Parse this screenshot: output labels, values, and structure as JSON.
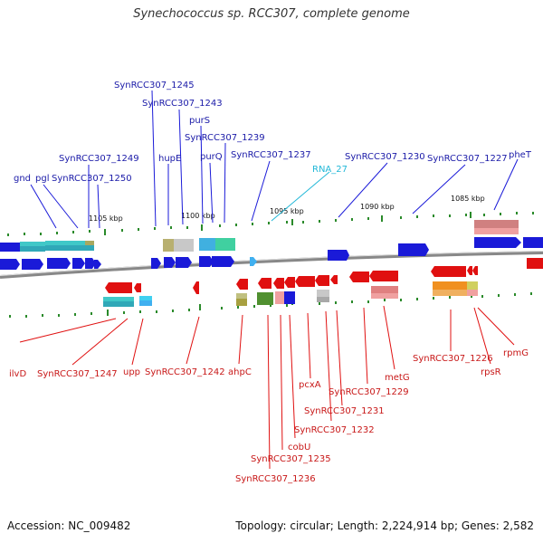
{
  "title": "Synechococcus sp. RCC307, complete genome",
  "footer": {
    "accession": "Accession: NC_009482",
    "summary": "Topology: circular; Length: 2,224,914 bp; Genes: 2,582"
  },
  "colors": {
    "forward": "#1a1ad8",
    "reverse": "#e01010",
    "label_forward": "#1a1aa8",
    "label_reverse": "#c81818",
    "rna": "#22b8d8",
    "tick": "#2a8a2a",
    "backbone": "#999999"
  },
  "scale_labels": [
    "1105 kbp",
    "1100 kbp",
    "1095 kbp",
    "1090 kbp",
    "1085 kbp"
  ],
  "labels_top": [
    "gnd",
    "pgl",
    "SynRCC307_1249",
    "SynRCC307_1250",
    "SynRCC307_1245",
    "SynRCC307_1243",
    "hupE",
    "purS",
    "SynRCC307_1239",
    "purQ",
    "SynRCC307_1237",
    "RNA_27",
    "SynRCC307_1230",
    "SynRCC307_1227",
    "pheT"
  ],
  "labels_bottom": [
    "ilvD",
    "SynRCC307_1247",
    "upp",
    "SynRCC307_1242",
    "ahpC",
    "SynRCC307_1236",
    "SynRCC307_1235",
    "cobU",
    "pcxA",
    "SynRCC307_1232",
    "SynRCC307_1231",
    "SynRCC307_1229",
    "metG",
    "SynRCC307_1226",
    "rpsR",
    "rpmG"
  ]
}
